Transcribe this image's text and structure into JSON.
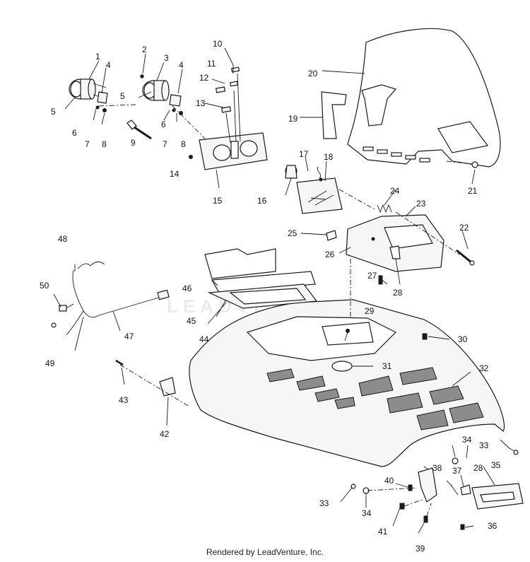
{
  "watermark": "LEADVENTURE",
  "footer": "Rendered by LeadVenture, Inc.",
  "callouts": [
    "1",
    "2",
    "3",
    "4",
    "4",
    "5",
    "5",
    "6",
    "6",
    "7",
    "7",
    "8",
    "8",
    "9",
    "10",
    "11",
    "12",
    "13",
    "14",
    "15",
    "16",
    "17",
    "18",
    "19",
    "20",
    "21",
    "22",
    "23",
    "24",
    "25",
    "26",
    "27",
    "28",
    "28",
    "29",
    "30",
    "31",
    "32",
    "33",
    "33",
    "34",
    "34",
    "35",
    "36",
    "37",
    "38",
    "39",
    "40",
    "41",
    "42",
    "43",
    "44",
    "45",
    "46",
    "47",
    "48",
    "49",
    "50"
  ]
}
